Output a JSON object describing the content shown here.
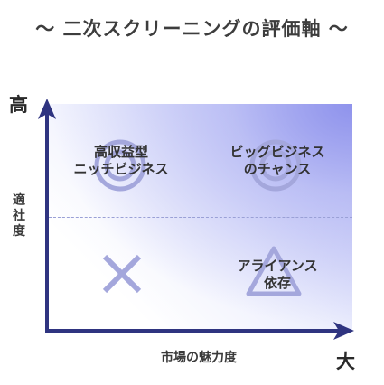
{
  "title": "〜 二次スクリーニングの評価軸 〜",
  "axes": {
    "y_high": "高",
    "x_large": "大",
    "y_label": [
      "適",
      "社",
      "度"
    ],
    "x_label": "市場の魅力度"
  },
  "quadrants": {
    "top_left": {
      "line1": "高収益型",
      "line2": "ニッチビジネス",
      "symbol": "double-circle-icon"
    },
    "top_right": {
      "line1": "ビッグビジネス",
      "line2": "のチャンス",
      "symbol": "double-circle-icon"
    },
    "bottom_left": {
      "symbol": "cross-icon"
    },
    "bottom_right": {
      "line1": "アライアンス",
      "line2": "依存",
      "symbol": "triangle-icon"
    }
  },
  "colors": {
    "axis": "#2f3480",
    "symbol": "#a4a7dc",
    "accent": "#8f93ec"
  }
}
